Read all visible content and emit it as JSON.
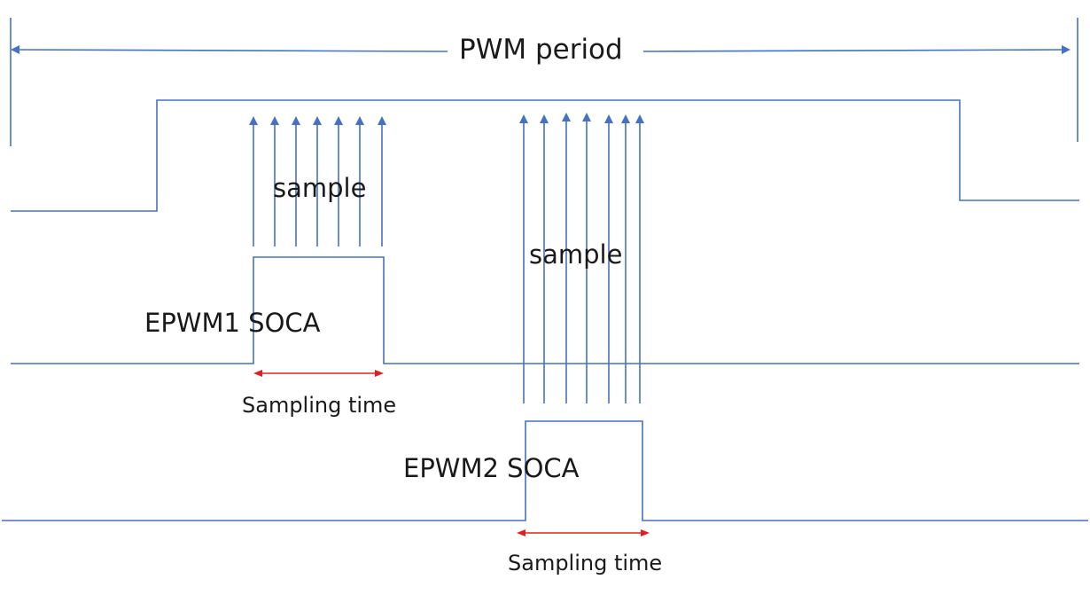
{
  "labels": {
    "period": "PWM period",
    "sample_1": "sample",
    "sample_2": "sample",
    "soca_1": "EPWM1 SOCA",
    "soca_2": "EPWM2 SOCA",
    "sampling_time_1": "Sampling time",
    "sampling_time_2": "Sampling time"
  },
  "colors": {
    "signal": "#4472c4",
    "duration_arrow": "#e02020",
    "text": "#1a1a1a"
  }
}
